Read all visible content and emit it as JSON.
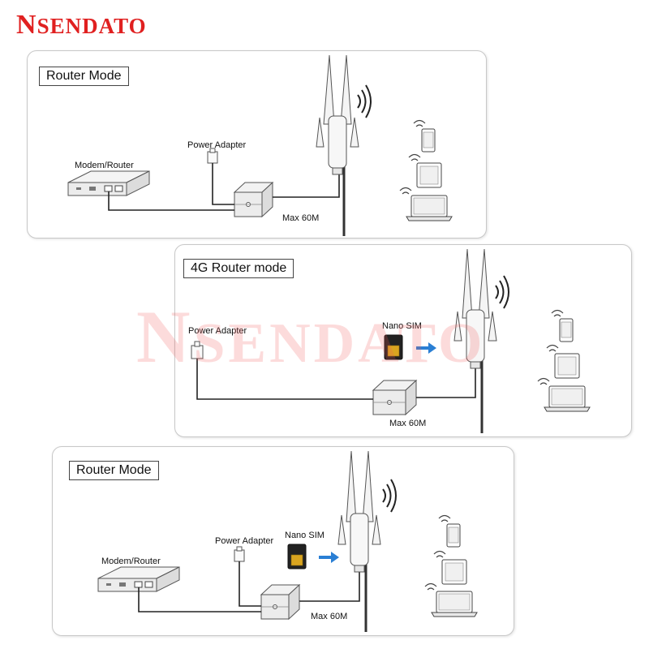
{
  "brand": {
    "first": "N",
    "rest": "SENDATO"
  },
  "watermark": {
    "first": "N",
    "rest": "SENDATO"
  },
  "panels": [
    {
      "title": "Router Mode",
      "modem": "Modem/Router",
      "power": "Power Adapter",
      "distance": "Max 60M"
    },
    {
      "title": "4G Router mode",
      "power": "Power Adapter",
      "sim": "Nano SIM",
      "distance": "Max  60M"
    },
    {
      "title": "Router Mode",
      "modem": "Modem/Router",
      "power": "Power Adapter",
      "sim": "Nano SIM",
      "distance": "Max 60M"
    }
  ],
  "colors": {
    "brand": "#e02020",
    "arrow": "#2a7fd4",
    "sim_chip": "#d9a520"
  }
}
